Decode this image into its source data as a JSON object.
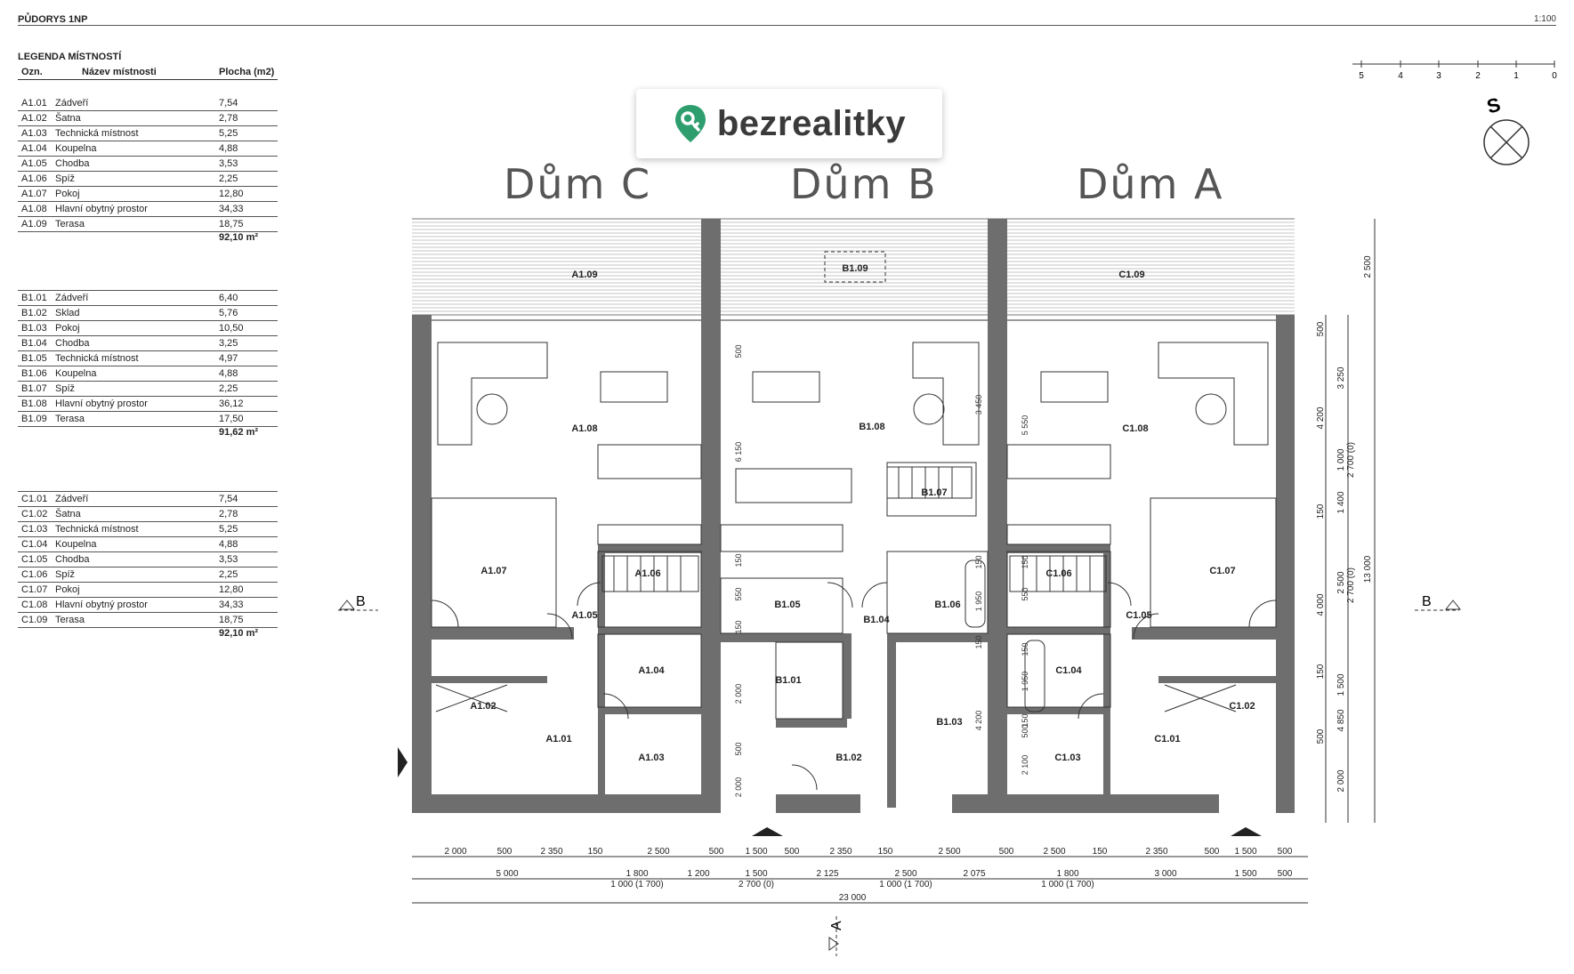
{
  "header": {
    "title": "PŮDORYS 1NP",
    "scale": "1:100"
  },
  "legend": {
    "title": "LEGENDA MÍSTNOSTÍ",
    "columns": [
      "Ozn.",
      "Název místnosti",
      "Plocha (m2)"
    ],
    "groups": [
      {
        "rows": [
          [
            "A1.01",
            "Zádveří",
            "7,54"
          ],
          [
            "A1.02",
            "Šatna",
            "2,78"
          ],
          [
            "A1.03",
            "Technická místnost",
            "5,25"
          ],
          [
            "A1.04",
            "Koupelna",
            "4,88"
          ],
          [
            "A1.05",
            "Chodba",
            "3,53"
          ],
          [
            "A1.06",
            "Spíž",
            "2,25"
          ],
          [
            "A1.07",
            "Pokoj",
            "12,80"
          ],
          [
            "A1.08",
            "Hlavní obytný prostor",
            "34,33"
          ],
          [
            "A1.09",
            "Terasa",
            "18,75"
          ]
        ],
        "total": "92,10 m²"
      },
      {
        "rows": [
          [
            "B1.01",
            "Zádveří",
            "6,40"
          ],
          [
            "B1.02",
            "Sklad",
            "5,76"
          ],
          [
            "B1.03",
            "Pokoj",
            "10,50"
          ],
          [
            "B1.04",
            "Chodba",
            "3,25"
          ],
          [
            "B1.05",
            "Technická místnost",
            "4,97"
          ],
          [
            "B1.06",
            "Koupelna",
            "4,88"
          ],
          [
            "B1.07",
            "Spíž",
            "2,25"
          ],
          [
            "B1.08",
            "Hlavní obytný prostor",
            "36,12"
          ],
          [
            "B1.09",
            "Terasa",
            "17,50"
          ]
        ],
        "total": "91,62 m²"
      },
      {
        "rows": [
          [
            "C1.01",
            "Zádveří",
            "7,54"
          ],
          [
            "C1.02",
            "Šatna",
            "2,78"
          ],
          [
            "C1.03",
            "Technická místnost",
            "5,25"
          ],
          [
            "C1.04",
            "Koupelna",
            "4,88"
          ],
          [
            "C1.05",
            "Chodba",
            "3,53"
          ],
          [
            "C1.06",
            "Spíž",
            "2,25"
          ],
          [
            "C1.07",
            "Pokoj",
            "12,80"
          ],
          [
            "C1.08",
            "Hlavní obytný prostor",
            "34,33"
          ],
          [
            "C1.09",
            "Terasa",
            "18,75"
          ]
        ],
        "total": "92,10 m²"
      }
    ]
  },
  "logo": {
    "text": "bezrealitky",
    "color": "#2f9e6e"
  },
  "houses": {
    "c": "Dům C",
    "b": "Dům B",
    "a": "Dům A"
  },
  "scale_bar": [
    "5",
    "4",
    "3",
    "2",
    "1",
    "0"
  ],
  "north": "S",
  "section_marks": {
    "b_left": "B",
    "b_right": "B",
    "a": "A"
  },
  "rooms": {
    "a109": "A1.09",
    "b109": "B1.09",
    "c109": "C1.09",
    "a108": "A1.08",
    "b108": "B1.08",
    "c108": "C1.08",
    "a107": "A1.07",
    "b107": "B1.07",
    "c107": "C1.07",
    "a106": "A1.06",
    "b106": "B1.06",
    "c106": "C1.06",
    "a105": "A1.05",
    "b105": "B1.05",
    "c105": "C1.05",
    "a104": "A1.04",
    "b104": "B1.04",
    "c104": "C1.04",
    "a102": "A1.02",
    "b101": "B1.01",
    "c102": "C1.02",
    "a101": "A1.01",
    "b103": "B1.03",
    "c101": "C1.01",
    "a103": "A1.03",
    "b102": "B1.02",
    "c103": "C1.03"
  },
  "dims": {
    "row1": [
      "2 000",
      "500",
      "2 350",
      "150",
      "2 500",
      "500",
      "1 500",
      "500",
      "2 350",
      "150",
      "2 500",
      "500",
      "2 500",
      "150",
      "2 350",
      "500",
      "1 500",
      "500"
    ],
    "row2": [
      "5 000",
      "1 800",
      "1 200",
      "1 500",
      "2 125",
      "2 500",
      "2 075",
      "1 800",
      "3 000",
      "1 500",
      "500"
    ],
    "row2b": [
      "1 000 (1 700)",
      "2 700 (0)",
      "1 000 (1 700)",
      "1 000 (1 700)"
    ],
    "total": "23 000",
    "right_outer": [
      "2 500",
      "13 000"
    ],
    "right_mid": [
      "3 250",
      "1 000",
      "1 400",
      "2 500",
      "1 500",
      "4 850",
      "2 000",
      "4 200",
      "4 000",
      "2 700 (0)",
      "2 700 (0)"
    ],
    "right_inner": [
      "500",
      "150",
      "150",
      "500"
    ],
    "inner": [
      "500",
      "6 150",
      "150",
      "550",
      "150",
      "2 000",
      "500",
      "2 000",
      "3 450",
      "150",
      "1 950",
      "150",
      "4 200",
      "5 550",
      "150",
      "550",
      "150",
      "1 950",
      "150",
      "500",
      "2 100"
    ]
  },
  "colors": {
    "wall": "#6e6e6e",
    "line": "#333333",
    "terrace_hatch": "#bdbdbd"
  }
}
